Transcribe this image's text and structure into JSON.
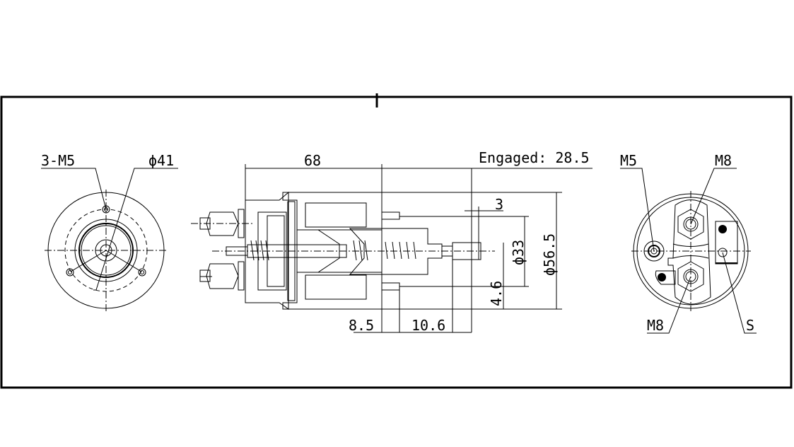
{
  "drawing": {
    "front_view": {
      "labels": {
        "holes": "3-M5",
        "bolt_circle": "ϕ41"
      }
    },
    "section_view": {
      "dimensions": {
        "length": "68",
        "engaged": "Engaged: 28.5",
        "stroke_gap": "3",
        "boss_diameter": "ϕ33",
        "body_diameter": "ϕ56.5",
        "offset": "4.6",
        "boss_length": "8.5",
        "plunger_extension": "10.6"
      }
    },
    "rear_view": {
      "labels": {
        "m5_terminal": "M5",
        "m8_top": "M8",
        "m8_bottom": "M8",
        "s_terminal": "S"
      }
    }
  }
}
